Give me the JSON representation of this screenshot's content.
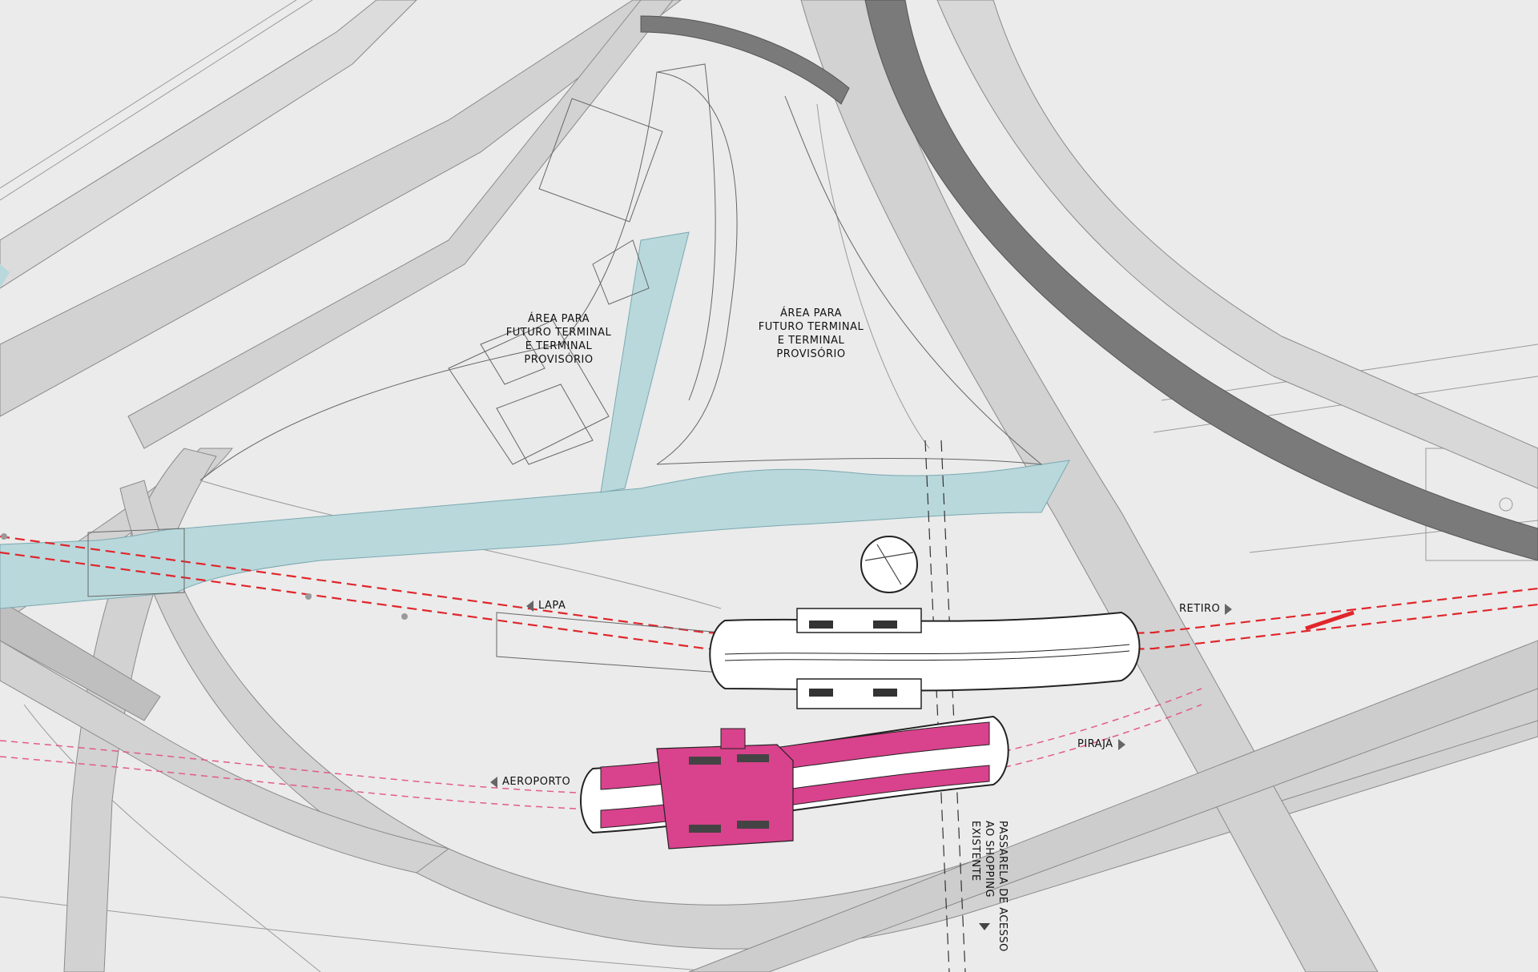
{
  "labels": {
    "area_left": [
      "ÁREA PARA",
      "FUTURO TERMINAL",
      "E TERMINAL",
      "PROVISÓRIO"
    ],
    "area_right": [
      "ÁREA PARA",
      "FUTURO TERMINAL",
      "E TERMINAL",
      "PROVISÓRIO"
    ],
    "passarela": [
      "PASSARELA DE ACESSO",
      "AO SHOPPING",
      "EXISTENTE"
    ]
  },
  "directions": {
    "lapa": "LAPA",
    "retiro": "RETIRO",
    "aeroporto": "AEROPORTO",
    "piraja": "PIRAJÁ"
  },
  "colors": {
    "background": "#ebebeb",
    "road": "#d2d2d2",
    "road_dark": "#7a7a7a",
    "river": "#b9d8dc",
    "new_station": "#d9428c",
    "rail_dashed": "#e0262b",
    "rail_pink": "#e35a8d",
    "linework": "#555555"
  },
  "icons": {
    "direction_arrow": "triangle-icon"
  }
}
